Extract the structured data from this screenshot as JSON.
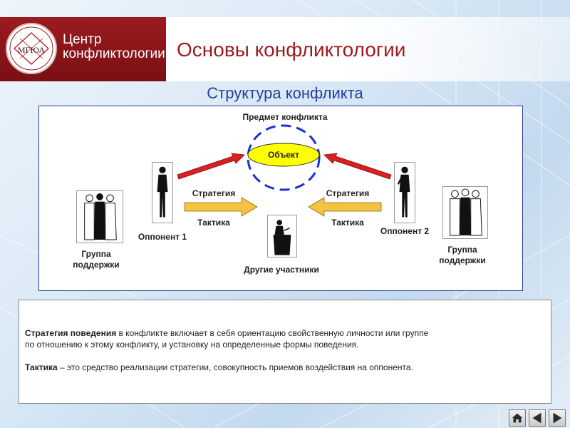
{
  "header": {
    "logo_line1": "Центр",
    "logo_line2": "конфликтологии",
    "logo_emblem_text": "МГЮА",
    "title": "Основы конфликтологии"
  },
  "subtitle": "Структура конфликта",
  "diagram": {
    "subject_label": "Предмет конфликта",
    "object_label": "Объект",
    "strategy_left": "Стратегия",
    "strategy_right": "Стратегия",
    "tactics_left": "Тактика",
    "tactics_right": "Тактика",
    "opponent1": "Оппонент 1",
    "opponent2": "Оппонент 2",
    "support_left_line1": "Группа",
    "support_left_line2": "поддержки",
    "support_right_line1": "Группа",
    "support_right_line2": "поддержки",
    "others": "Другие участники"
  },
  "text": {
    "p1_bold": "Стратегия поведения",
    "p1_rest_line1": " в конфликте  включает в себя ориентацию  свойственную  личности  или группе",
    "p1_line2": "по отношению  к этому конфликту,  и установку на определенные  формы  поведения.",
    "p2_bold": "Тактика",
    "p2_rest": " – это средство реализации  стратегии,  совокупность приемов воздействия на оппонента."
  },
  "nav": {
    "home_icon": "home-icon",
    "prev_icon": "triangle-left-icon",
    "next_icon": "triangle-right-icon"
  },
  "colors": {
    "brand_red": "#9c1b1f",
    "title_blue": "#2a3e9c",
    "object_fill": "#ffff00",
    "ellipse_blue": "#1a2fd0",
    "arrow_red": "#d91f1f",
    "arrow_yellow": "#f5c242"
  }
}
